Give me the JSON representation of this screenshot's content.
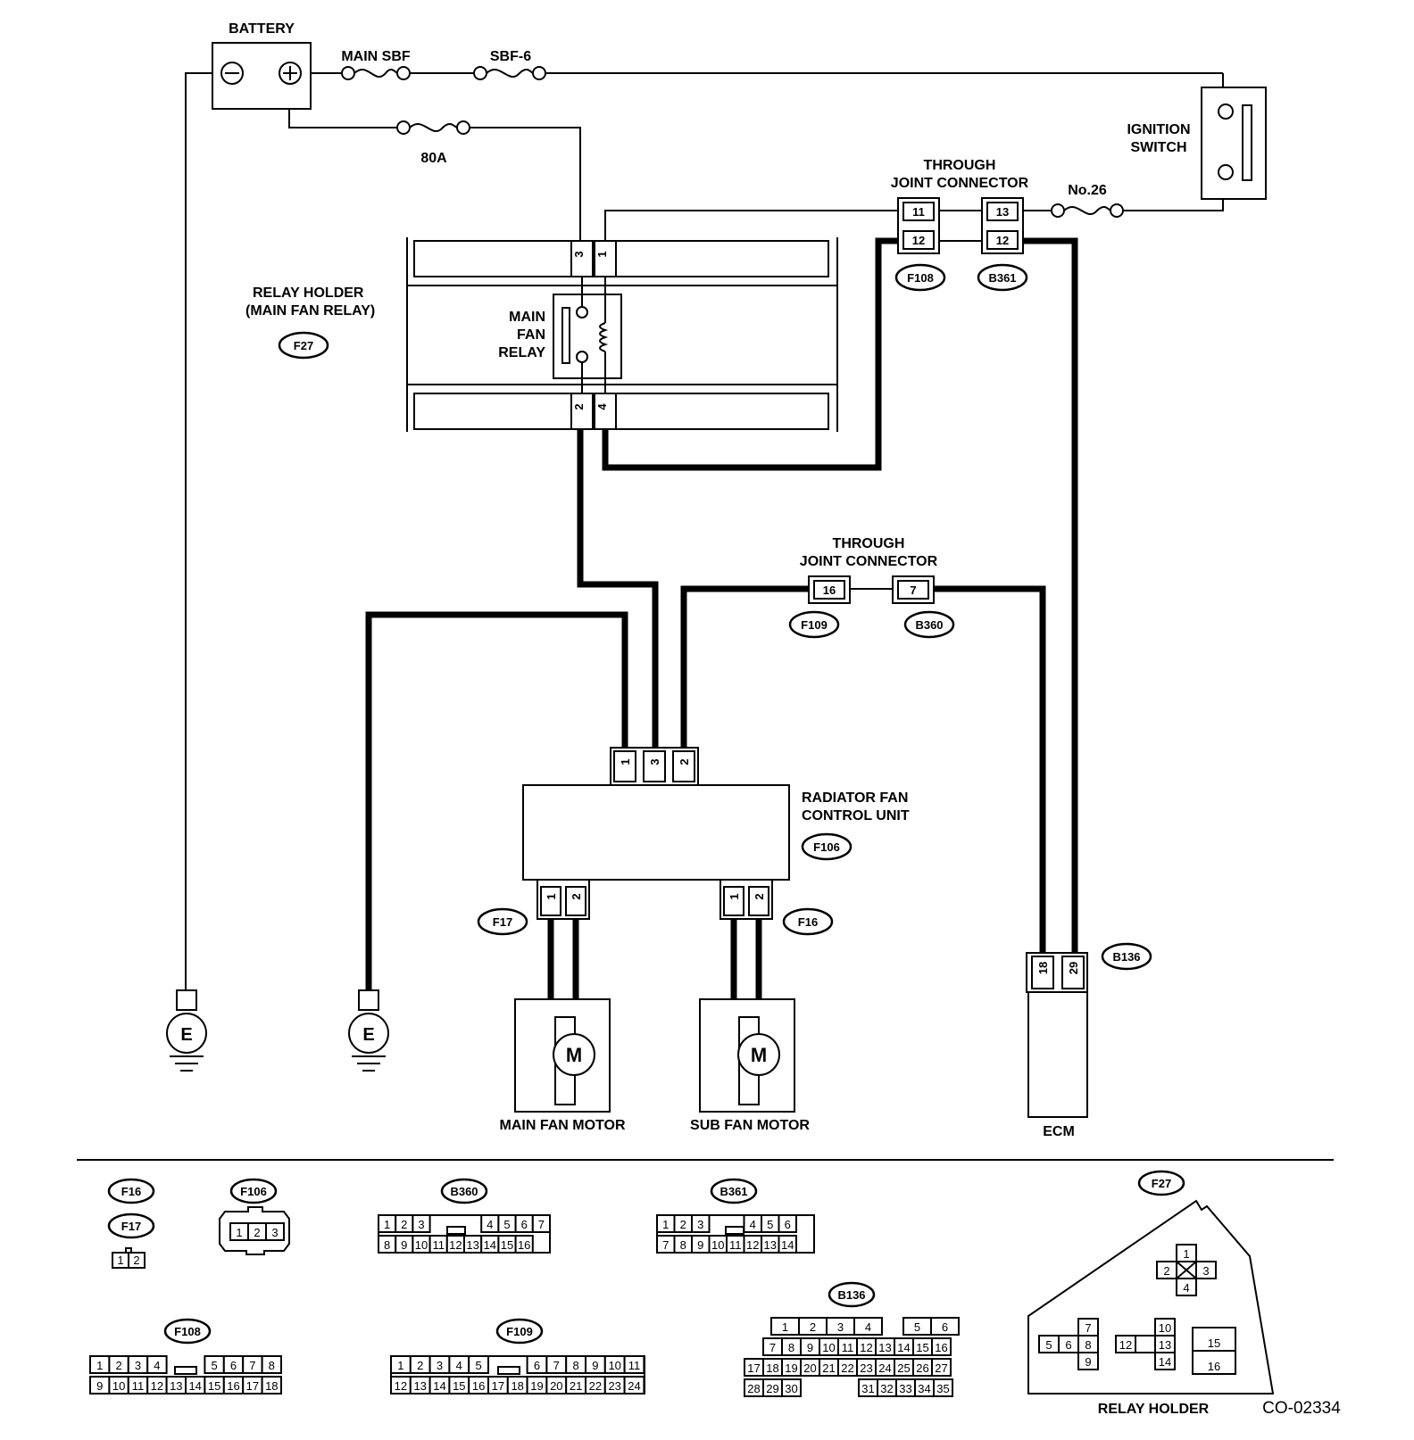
{
  "labels": {
    "battery": "BATTERY",
    "main_sbf": "MAIN SBF",
    "sbf6": "SBF-6",
    "fuse_80a": "80A",
    "ignition_switch_1": "IGNITION",
    "ignition_switch_2": "SWITCH",
    "through_jc_1": "THROUGH",
    "through_jc_2": "JOINT CONNECTOR",
    "fuse_no26": "No.26",
    "relay_holder_1": "RELAY HOLDER",
    "relay_holder_2": "(MAIN FAN RELAY)",
    "main_fan_relay_1": "MAIN",
    "main_fan_relay_2": "FAN",
    "main_fan_relay_3": "RELAY",
    "rfcu_1": "RADIATOR FAN",
    "rfcu_2": "CONTROL UNIT",
    "main_fan_motor": "MAIN FAN MOTOR",
    "sub_fan_motor": "SUB FAN MOTOR",
    "ecm": "ECM",
    "relay_holder_bottom": "RELAY HOLDER",
    "figure_code": "CO-02334",
    "ground": "E",
    "motor": "M"
  },
  "connectors": {
    "f27": "F27",
    "f108": "F108",
    "b361": "B361",
    "f109": "F109",
    "b360": "B360",
    "f106": "F106",
    "f17": "F17",
    "f16": "F16",
    "b136": "B136"
  },
  "pins": {
    "relay_3": "3",
    "relay_1": "1",
    "relay_2": "2",
    "relay_4": "4",
    "jc_11": "11",
    "jc_12a": "12",
    "jc_13": "13",
    "jc_12b": "12",
    "jc_16": "16",
    "jc_7": "7",
    "rfcu_1": "1",
    "rfcu_3": "3",
    "rfcu_2": "2",
    "f17_1": "1",
    "f17_2": "2",
    "f16_1": "1",
    "f16_2": "2",
    "ecm_18": "18",
    "ecm_29": "29"
  },
  "legend": {
    "f16_f17_pins": [
      "1",
      "2"
    ],
    "f106_pins": [
      "1",
      "2",
      "3"
    ],
    "b360_row1": [
      "1",
      "2",
      "3",
      "4",
      "5",
      "6",
      "7"
    ],
    "b360_row2": [
      "8",
      "9",
      "10",
      "11",
      "12",
      "13",
      "14",
      "15",
      "16"
    ],
    "b361_row1": [
      "1",
      "2",
      "3",
      "4",
      "5",
      "6"
    ],
    "b361_row2": [
      "7",
      "8",
      "9",
      "10",
      "11",
      "12",
      "13",
      "14"
    ],
    "f108_row1": [
      "1",
      "2",
      "3",
      "4",
      "5",
      "6",
      "7",
      "8"
    ],
    "f108_row2": [
      "9",
      "10",
      "11",
      "12",
      "13",
      "14",
      "15",
      "16",
      "17",
      "18"
    ],
    "f109_row1": [
      "1",
      "2",
      "3",
      "4",
      "5",
      "6",
      "7",
      "8",
      "9",
      "10",
      "11"
    ],
    "f109_row2": [
      "12",
      "13",
      "14",
      "15",
      "16",
      "17",
      "18",
      "19",
      "20",
      "21",
      "22",
      "23",
      "24"
    ],
    "b136_row1": [
      "1",
      "2",
      "3",
      "4",
      "5",
      "6"
    ],
    "b136_row2": [
      "7",
      "8",
      "9",
      "10",
      "11",
      "12",
      "13",
      "14",
      "15",
      "16"
    ],
    "b136_row3": [
      "17",
      "18",
      "19",
      "20",
      "21",
      "22",
      "23",
      "24",
      "25",
      "26",
      "27"
    ],
    "b136_row4": [
      "28",
      "29",
      "30",
      "31",
      "32",
      "33",
      "34",
      "35"
    ],
    "f27_pins": [
      "1",
      "2",
      "3",
      "4",
      "5",
      "6",
      "7",
      "8",
      "9",
      "10",
      "12",
      "13",
      "14",
      "15",
      "16"
    ]
  }
}
